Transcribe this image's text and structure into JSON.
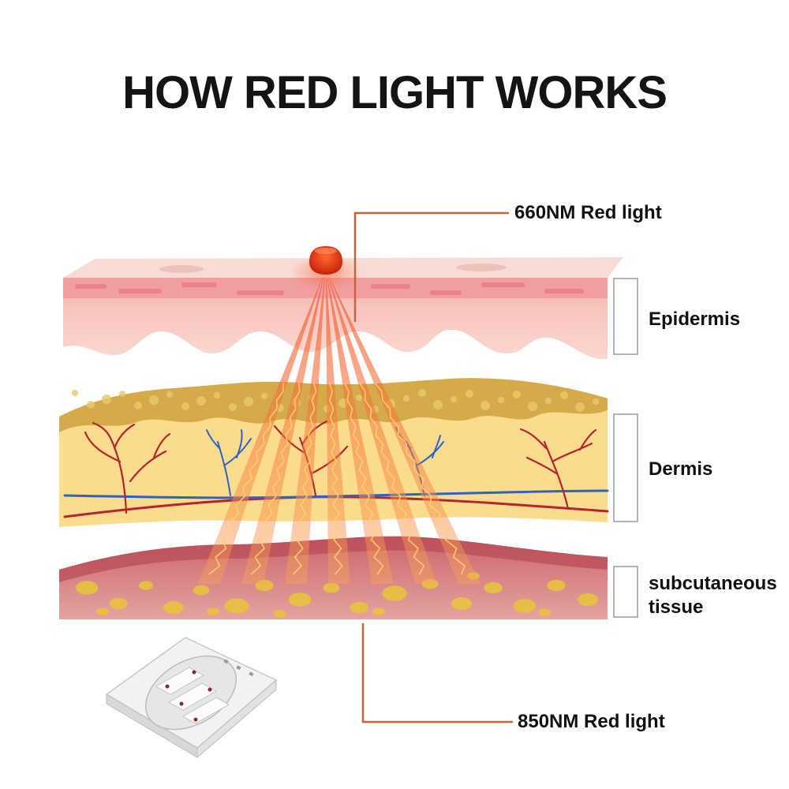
{
  "title": "HOW RED LIGHT WORKS",
  "labels": {
    "red_660": "660NM Red light",
    "red_850": "850NM Red light",
    "epidermis": "Epidermis",
    "dermis": "Dermis",
    "subcutaneous": "subcutaneous tissue"
  },
  "colors": {
    "callout_line": "#c8643a",
    "epidermis": "#f6c8c0",
    "epidermis_top": "#f2a9a6",
    "dermis": "#fadb8c",
    "dermis_top": "#d9b04e",
    "subcutaneous": "#d8878a",
    "fat_cells": "#e5c33e",
    "beam": "#f47b3a",
    "artery": "#b5252e",
    "vein": "#2f63c0"
  },
  "icons": [
    "led-lamp-icon",
    "led-chip-icon"
  ]
}
